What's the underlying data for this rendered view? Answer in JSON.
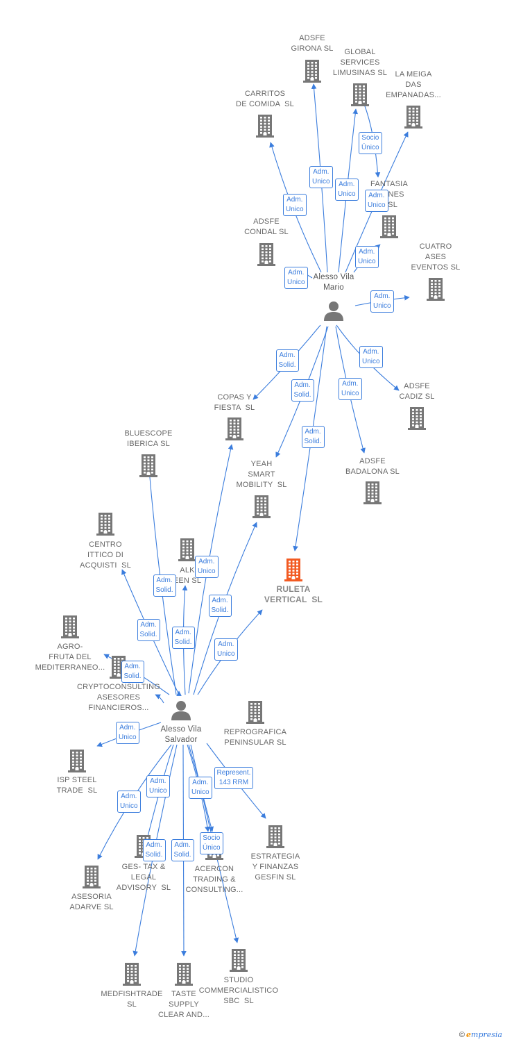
{
  "persons": [
    {
      "id": "mario",
      "label": "Alesso Vila\nMario"
    },
    {
      "id": "salvador",
      "label": "Alesso Vila\nSalvador"
    }
  ],
  "companies": [
    {
      "id": "girona",
      "label": "ADSFE\nGIRONA SL"
    },
    {
      "id": "global",
      "label": "GLOBAL\nSERVICES\nLIMUSINAS SL"
    },
    {
      "id": "meiga",
      "label": "LA MEIGA\nDAS\nEMPANADAS..."
    },
    {
      "id": "carritos",
      "label": "CARRITOS\nDE COMIDA  SL"
    },
    {
      "id": "fantasia",
      "label": "FANTASIA\nCIONES\nA SL"
    },
    {
      "id": "condal",
      "label": "ADSFE\nCONDAL SL"
    },
    {
      "id": "cuatro",
      "label": "CUATRO\nASES\nEVENTOS SL"
    },
    {
      "id": "copas",
      "label": "COPAS Y\nFIESTA  SL"
    },
    {
      "id": "cadiz",
      "label": "ADSFE\nCADIZ SL"
    },
    {
      "id": "bluescope",
      "label": "BLUESCOPE\nIBERICA SL"
    },
    {
      "id": "yeah",
      "label": "YEAH\nSMART\nMOBILITY  SL"
    },
    {
      "id": "badalona",
      "label": "ADSFE\nBADALONA SL"
    },
    {
      "id": "centro",
      "label": "CENTRO\nITTICO DI\nACQUISTI  SL"
    },
    {
      "id": "alk",
      "label": "ALK\nEEN SL"
    },
    {
      "id": "ruleta",
      "label": "RULETA\nVERTICAL  SL"
    },
    {
      "id": "agro",
      "label": "AGRO-\nFRUTA DEL\nMEDITERRANEO..."
    },
    {
      "id": "crypto",
      "label": "CRYPTOCONSULTING\nASESORES\nFINANCIEROS..."
    },
    {
      "id": "reprografica",
      "label": "REPROGRAFICA\nPENINSULAR SL"
    },
    {
      "id": "isp",
      "label": "ISP STEEL\nTRADE  SL"
    },
    {
      "id": "estrategia",
      "label": "ESTRATEGIA\nY FINANZAS\nGESFIN SL"
    },
    {
      "id": "gestax",
      "label": "GES- TAX &\nLEGAL\nADVISORY  SL"
    },
    {
      "id": "acercon",
      "label": "ACERCON\nTRADING &\nCONSULTING..."
    },
    {
      "id": "adarve",
      "label": "ASESORIA\nADARVE SL"
    },
    {
      "id": "medfish",
      "label": "MEDFISHTRADE\nSL"
    },
    {
      "id": "taste",
      "label": "TASTE\nSUPPLY\nCLEAR AND..."
    },
    {
      "id": "studio",
      "label": "STUDIO\nCOMMERCIALISTICO\nSBC  SL"
    }
  ],
  "relations": [
    {
      "label": "Adm.\nUnico"
    },
    {
      "label": "Adm.\nUnico"
    },
    {
      "label": "Socio\nÚnico"
    },
    {
      "label": "Adm.\nUnico"
    },
    {
      "label": "Adm.\nUnico"
    },
    {
      "label": "Adm.\nUnico"
    },
    {
      "label": "Adm.\nUnico"
    },
    {
      "label": "Adm.\nUnico"
    },
    {
      "label": "Adm.\nSolid."
    },
    {
      "label": "Adm.\nUnico"
    },
    {
      "label": "Adm.\nSolid."
    },
    {
      "label": "Adm.\nUnico"
    },
    {
      "label": "Adm.\nSolid."
    },
    {
      "label": "Adm.\nSolid."
    },
    {
      "label": "Adm.\nUnico"
    },
    {
      "label": "Adm.\nSolid."
    },
    {
      "label": "Adm.\nSolid."
    },
    {
      "label": "Adm.\nUnico"
    },
    {
      "label": "Adm.\nSolid."
    },
    {
      "label": "Adm.\nSolid."
    },
    {
      "label": "Adm.\nUnico"
    },
    {
      "label": "Adm.\nUnico"
    },
    {
      "label": "Adm.\nUnico"
    },
    {
      "label": "Adm.\nUnico"
    },
    {
      "label": "Represent.\n143 RRM"
    },
    {
      "label": "Adm.\nSolid."
    },
    {
      "label": "Adm.\nSolid."
    },
    {
      "label": "Socio\nÚnico"
    },
    {
      "label": "Adm.\nUnico"
    }
  ],
  "colors": {
    "edge": "#3b7ddd",
    "building": "#777777",
    "focus": "#f25a22",
    "person": "#777777"
  },
  "footer": {
    "copyright": "©",
    "brand_e": "e",
    "brand_rest": "mpresia"
  }
}
